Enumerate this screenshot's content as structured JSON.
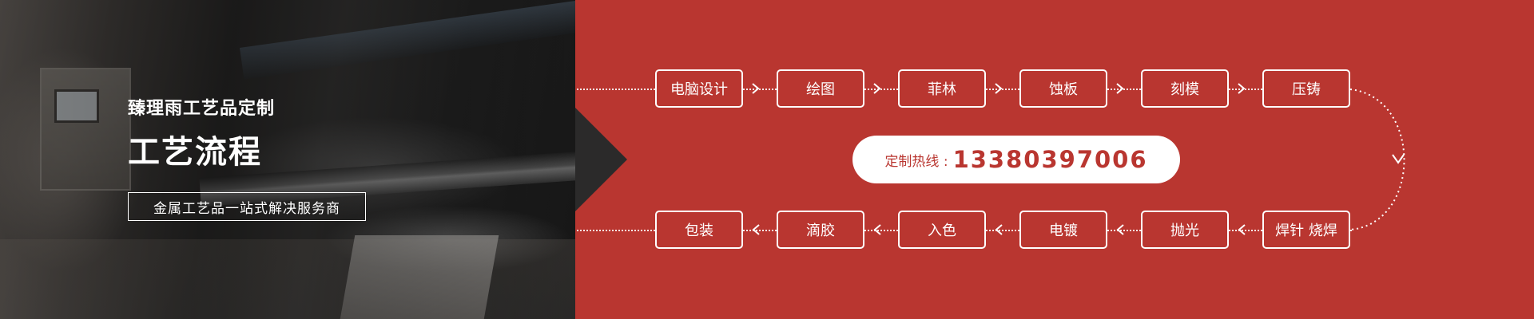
{
  "brand": {
    "subtitle": "臻理雨工艺品定制",
    "title": "工艺流程",
    "tagline": "金属工艺品一站式解决服务商"
  },
  "hotline": {
    "label": "定制热线 :",
    "number": "13380397006"
  },
  "flow": {
    "top_row": [
      "电脑设计",
      "绘图",
      "菲林",
      "蚀板",
      "刻模",
      "压铸"
    ],
    "bottom_row": [
      "焊针 烧焊",
      "抛光",
      "电镀",
      "入色",
      "滴胶",
      "包装"
    ]
  },
  "colors": {
    "background_red": "#b93630",
    "text": "#ffffff",
    "pointer_dark": "#2b2a2a"
  },
  "icons": {
    "arrow_right": "chevron-right-icon",
    "arrow_left": "chevron-left-icon",
    "arrow_down": "chevron-down-icon"
  }
}
